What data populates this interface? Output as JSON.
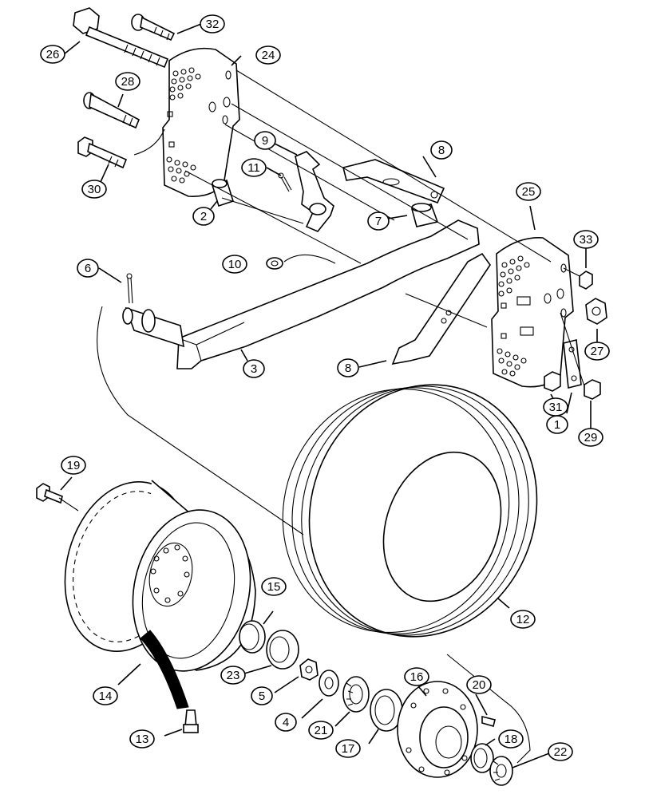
{
  "callouts": [
    {
      "id": "c1",
      "label": "1"
    },
    {
      "id": "c2",
      "label": "2"
    },
    {
      "id": "c3",
      "label": "3"
    },
    {
      "id": "c4",
      "label": "4"
    },
    {
      "id": "c5",
      "label": "5"
    },
    {
      "id": "c6",
      "label": "6"
    },
    {
      "id": "c7",
      "label": "7"
    },
    {
      "id": "c8a",
      "label": "8"
    },
    {
      "id": "c8b",
      "label": "8"
    },
    {
      "id": "c9",
      "label": "9"
    },
    {
      "id": "c10",
      "label": "10"
    },
    {
      "id": "c11",
      "label": "11"
    },
    {
      "id": "c12",
      "label": "12"
    },
    {
      "id": "c13",
      "label": "13"
    },
    {
      "id": "c14",
      "label": "14"
    },
    {
      "id": "c15",
      "label": "15"
    },
    {
      "id": "c16",
      "label": "16"
    },
    {
      "id": "c17",
      "label": "17"
    },
    {
      "id": "c18",
      "label": "18"
    },
    {
      "id": "c19",
      "label": "19"
    },
    {
      "id": "c20",
      "label": "20"
    },
    {
      "id": "c21",
      "label": "21"
    },
    {
      "id": "c22",
      "label": "22"
    },
    {
      "id": "c23",
      "label": "23"
    },
    {
      "id": "c24",
      "label": "24"
    },
    {
      "id": "c25",
      "label": "25"
    },
    {
      "id": "c26",
      "label": "26"
    },
    {
      "id": "c27",
      "label": "27"
    },
    {
      "id": "c28",
      "label": "28"
    },
    {
      "id": "c29",
      "label": "29"
    },
    {
      "id": "c30",
      "label": "30"
    },
    {
      "id": "c31",
      "label": "31"
    },
    {
      "id": "c32",
      "label": "32"
    },
    {
      "id": "c33",
      "label": "33"
    }
  ]
}
